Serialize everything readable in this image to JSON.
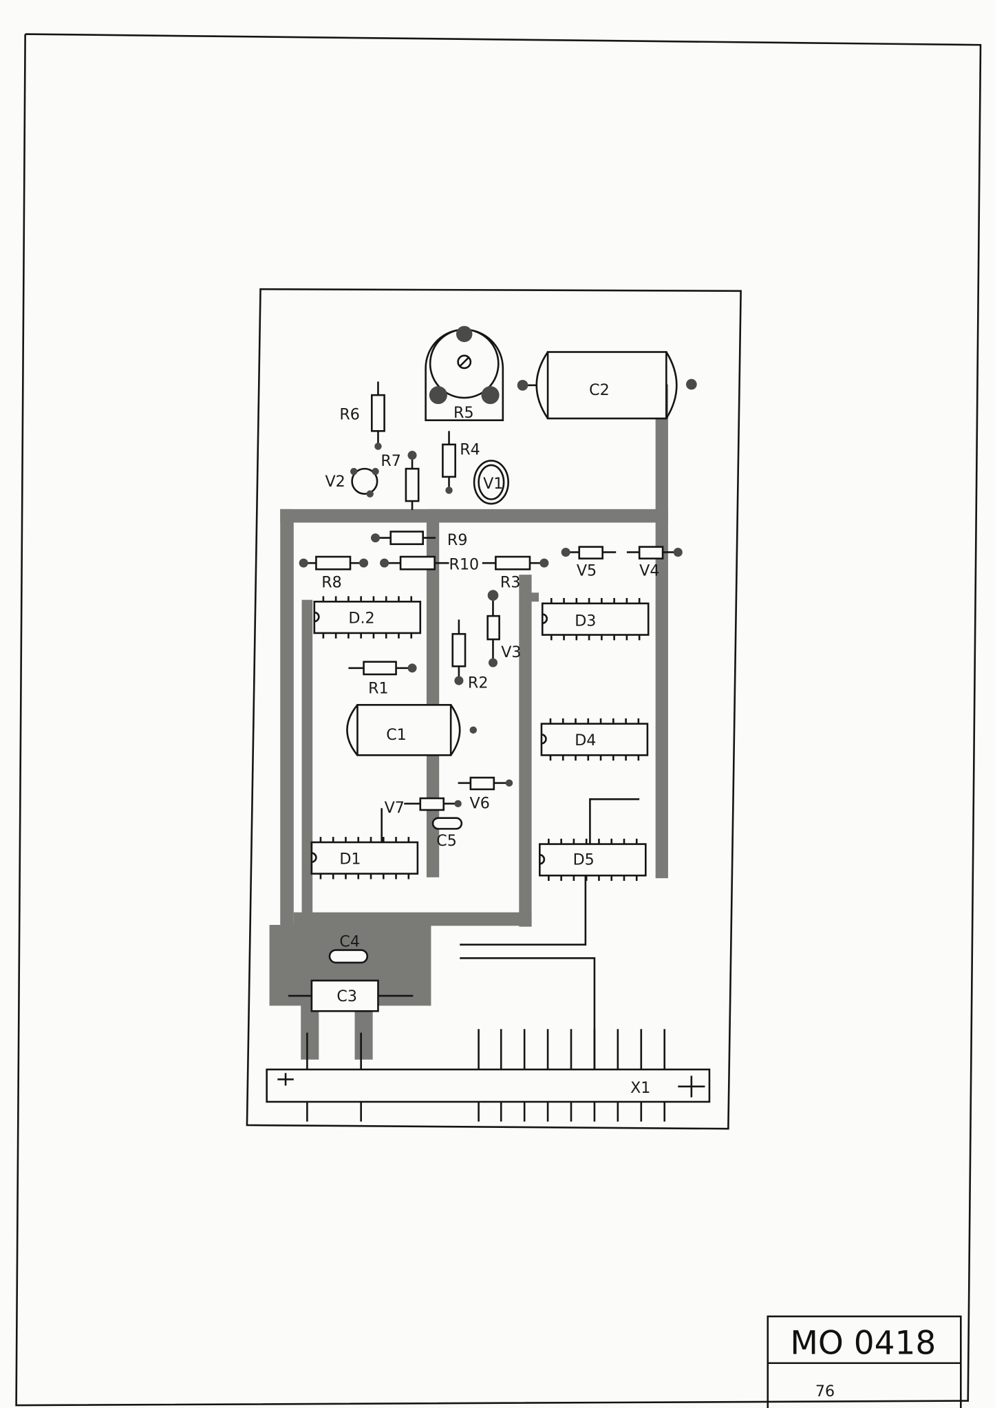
{
  "title_block": {
    "drawing_number": "MO 0418",
    "handwritten_note": "76"
  },
  "components": {
    "R1": "R1",
    "R2": "R2",
    "R3": "R3",
    "R4": "R4",
    "R5": "R5",
    "R6": "R6",
    "R7": "R7",
    "R8": "R8",
    "R9": "R9",
    "R10": "R10",
    "C1": "C1",
    "C2": "C2",
    "C3": "C3",
    "C4": "C4",
    "C5": "C5",
    "V1": "V1",
    "V2": "V2",
    "V3": "V3",
    "V4": "V4",
    "V5": "V5",
    "V6": "V6",
    "V7": "V7",
    "D1": "D1",
    "D2": "D.2",
    "D3": "D3",
    "D4": "D4",
    "D5": "D5",
    "X1": "X1"
  },
  "colors": {
    "paper": "#fbfbf9",
    "ink": "#151515",
    "copper": "#7a7a76"
  }
}
